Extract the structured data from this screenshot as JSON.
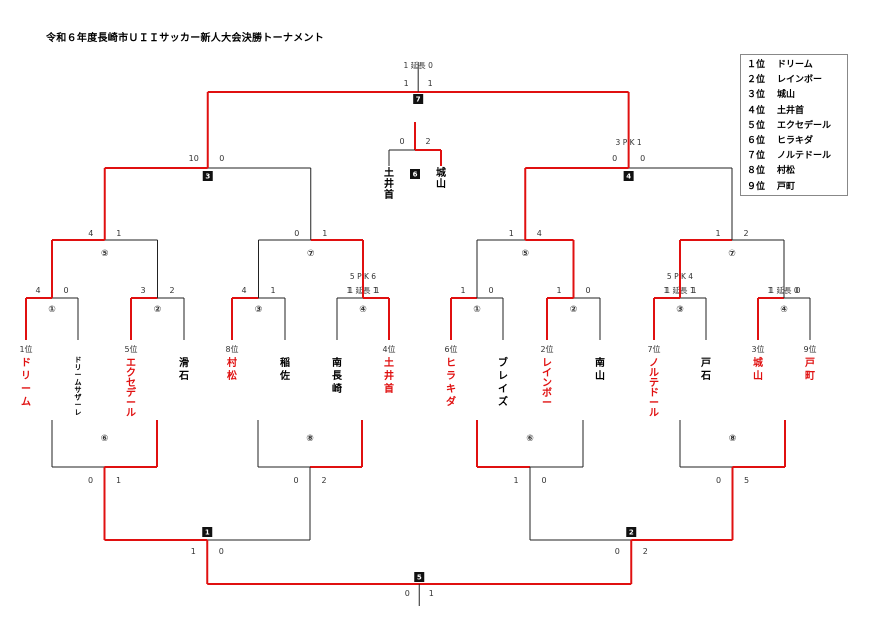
{
  "title": "令和６年度長崎市ＵＩＩサッカー新人大会決勝トーナメント",
  "colors": {
    "winner": "#e01010",
    "line": "#222222"
  },
  "ranking": [
    {
      "pos": "１位",
      "name": "ドリーム"
    },
    {
      "pos": "２位",
      "name": "レインボー"
    },
    {
      "pos": "３位",
      "name": "城山"
    },
    {
      "pos": "４位",
      "name": "土井首"
    },
    {
      "pos": "５位",
      "name": "エクセデール"
    },
    {
      "pos": "６位",
      "name": "ヒラキダ"
    },
    {
      "pos": "７位",
      "name": "ノルテドール"
    },
    {
      "pos": "８位",
      "name": "村松"
    },
    {
      "pos": "９位",
      "name": "戸町"
    }
  ],
  "teams": [
    {
      "name": "ドリーム",
      "rank": "1位"
    },
    {
      "name": "ドリームサザーレ",
      "rank": ""
    },
    {
      "name": "エクセデール",
      "rank": "5位"
    },
    {
      "name": "滑石",
      "rank": ""
    },
    {
      "name": "村松",
      "rank": "8位"
    },
    {
      "name": "稲佐",
      "rank": ""
    },
    {
      "name": "南長崎",
      "rank": ""
    },
    {
      "name": "土井首",
      "rank": "4位"
    },
    {
      "name": "ヒラキダ",
      "rank": "6位"
    },
    {
      "name": "ブレイズ",
      "rank": ""
    },
    {
      "name": "レインボー",
      "rank": "2位"
    },
    {
      "name": "南山",
      "rank": ""
    },
    {
      "name": "ノルテドール",
      "rank": "7位"
    },
    {
      "name": "戸石",
      "rank": ""
    },
    {
      "name": "城山",
      "rank": "3位"
    },
    {
      "name": "戸町",
      "rank": "9位"
    }
  ],
  "match_labels": {
    "circled": [
      "①",
      "②",
      "③",
      "④",
      "⑤",
      "⑥",
      "⑦",
      "⑧"
    ],
    "boxed": [
      "1",
      "2",
      "3",
      "4",
      "5",
      "6",
      "7"
    ]
  },
  "scores": {
    "top_r1": [
      [
        "4",
        "0"
      ],
      [
        "3",
        "2"
      ],
      [
        "4",
        "1"
      ],
      [
        "1",
        "1"
      ],
      [
        "1",
        "0"
      ],
      [
        "1",
        "0"
      ],
      [
        "1",
        "1"
      ],
      [
        "1",
        "0"
      ]
    ],
    "top_r1_notes": [
      "",
      "",
      "",
      "5 P K 6",
      "",
      "",
      "5 P K 4",
      ""
    ],
    "top_r1_extra": [
      "",
      "",
      "",
      "1 延長 1",
      "",
      "",
      "1 延長 1",
      "1 延長 0"
    ],
    "top_r2": [
      [
        "4",
        "1"
      ],
      [
        "0",
        "1"
      ],
      [
        "1",
        "4"
      ],
      [
        "1",
        "2"
      ]
    ],
    "top_r3": [
      [
        "10",
        "0"
      ],
      [
        "0",
        "0"
      ]
    ],
    "top_r3_note": "3 P K 1",
    "top_final": [
      "1",
      "1"
    ],
    "top_final_note": "1 延長 0",
    "third_place": [
      "0",
      "2"
    ],
    "third_place_teams": [
      "土井首",
      "城山"
    ],
    "bottom_r1": [
      [
        "0",
        "1"
      ],
      [
        "0",
        "2"
      ],
      [
        "1",
        "0"
      ],
      [
        "0",
        "5"
      ]
    ],
    "bottom_r2": [
      [
        "1",
        "0"
      ],
      [
        "0",
        "2"
      ]
    ],
    "bottom_final": [
      "0",
      "1"
    ]
  }
}
